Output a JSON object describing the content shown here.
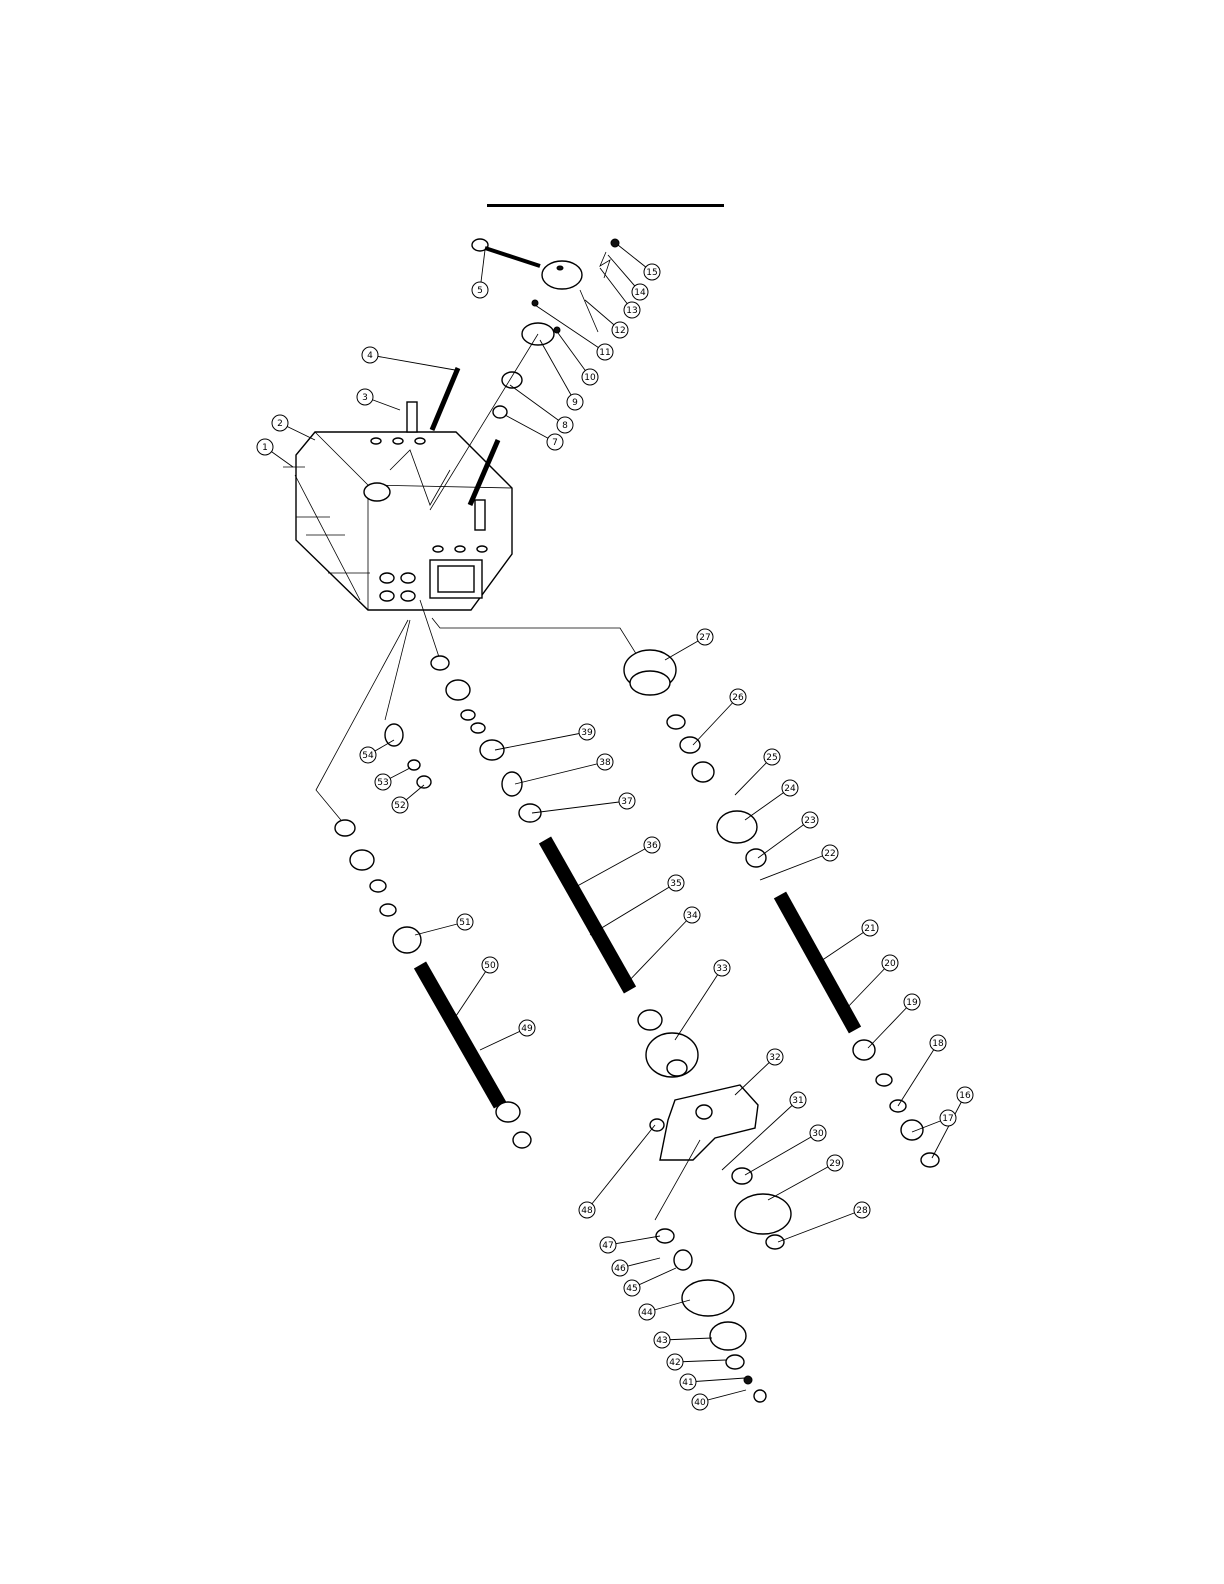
{
  "title": "",
  "callouts": [
    "1",
    "2",
    "3",
    "4",
    "5",
    "7",
    "8",
    "9",
    "10",
    "11",
    "12",
    "13",
    "14",
    "15",
    "16",
    "17",
    "18",
    "19",
    "20",
    "21",
    "22",
    "23",
    "24",
    "25",
    "26",
    "27",
    "28",
    "29",
    "30",
    "31",
    "32",
    "33",
    "34",
    "35",
    "36",
    "37",
    "38",
    "39",
    "40",
    "41",
    "42",
    "43",
    "44",
    "45",
    "46",
    "47",
    "48",
    "49",
    "50",
    "51",
    "52",
    "53",
    "54"
  ]
}
